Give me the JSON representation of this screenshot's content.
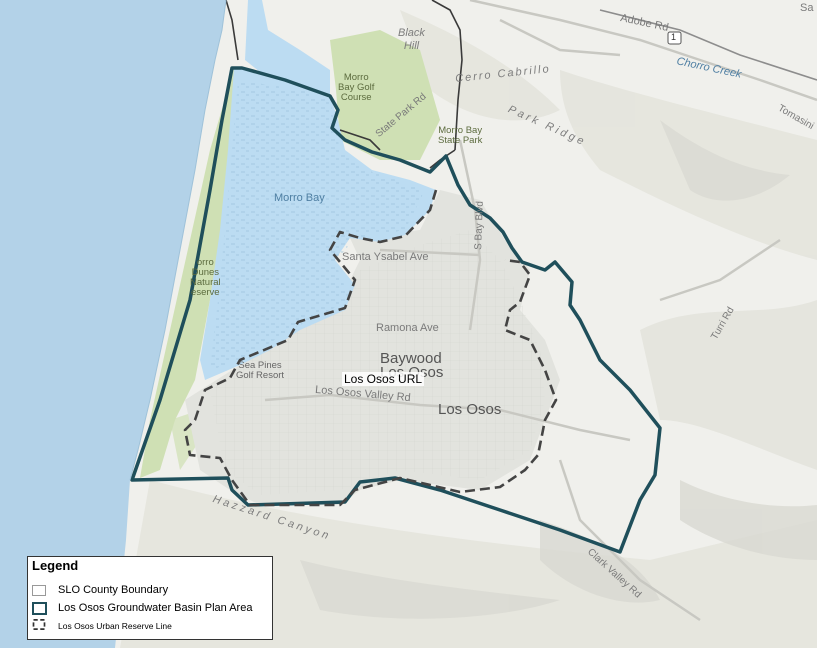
{
  "map": {
    "labels": {
      "black_hill": "Black\nHill",
      "cerro_cabrillo": "Cerro Cabrillo",
      "adobe_rd": "Adobe Rd",
      "route_1": "1",
      "chorro_creek": "Chorro Creek",
      "tomasini": "Tomasini",
      "morro_bay_golf_course": "Morro\nBay Golf\nCourse",
      "state_park_rd": "State Park Rd",
      "park_ridge": "Park Ridge",
      "morro_bay_state_park": "Morro Bay\nState Park",
      "morro_bay": "Morro Bay",
      "s_bay_blvd": "S Bay Blvd",
      "santa_ysabel_ave": "Santa Ysabel Ave",
      "morro_dunes": "orro\nDunes\nNatural\neserve",
      "ramona_ave": "Ramona Ave",
      "turri_rd": "Turri Rd",
      "baywood": "Baywood",
      "los_osos_over": "Los Osos",
      "sea_pines": "Sea Pines\nGolf Resort",
      "los_osos_url": "Los Osos URL",
      "los_osos_valley_rd": "Los Osos Valley Rd",
      "los_osos": "Los Osos",
      "hazard_canyon": "Hazzard Canyon",
      "clark_valley_rd": "Clark Valley Rd",
      "top_right_partial": "Sa"
    }
  },
  "legend": {
    "title": "Legend",
    "items": [
      {
        "label": "SLO County Boundary",
        "symbol": "county-boundary"
      },
      {
        "label": "Los Osos Groundwater Basin Plan Area",
        "symbol": "basin-plan-area"
      },
      {
        "label": "Los Osos Urban Reserve Line",
        "symbol": "urban-reserve-line"
      }
    ]
  },
  "colors": {
    "ocean": "#b3d2e8",
    "bay": "#bcdcf2",
    "land": "#f0f0ec",
    "park": "#cfe0b4",
    "urban": "#e2e3de",
    "basin_boundary": "#1f4f5b",
    "county_boundary": "#3a3a3a",
    "urban_reserve": "#444444"
  }
}
